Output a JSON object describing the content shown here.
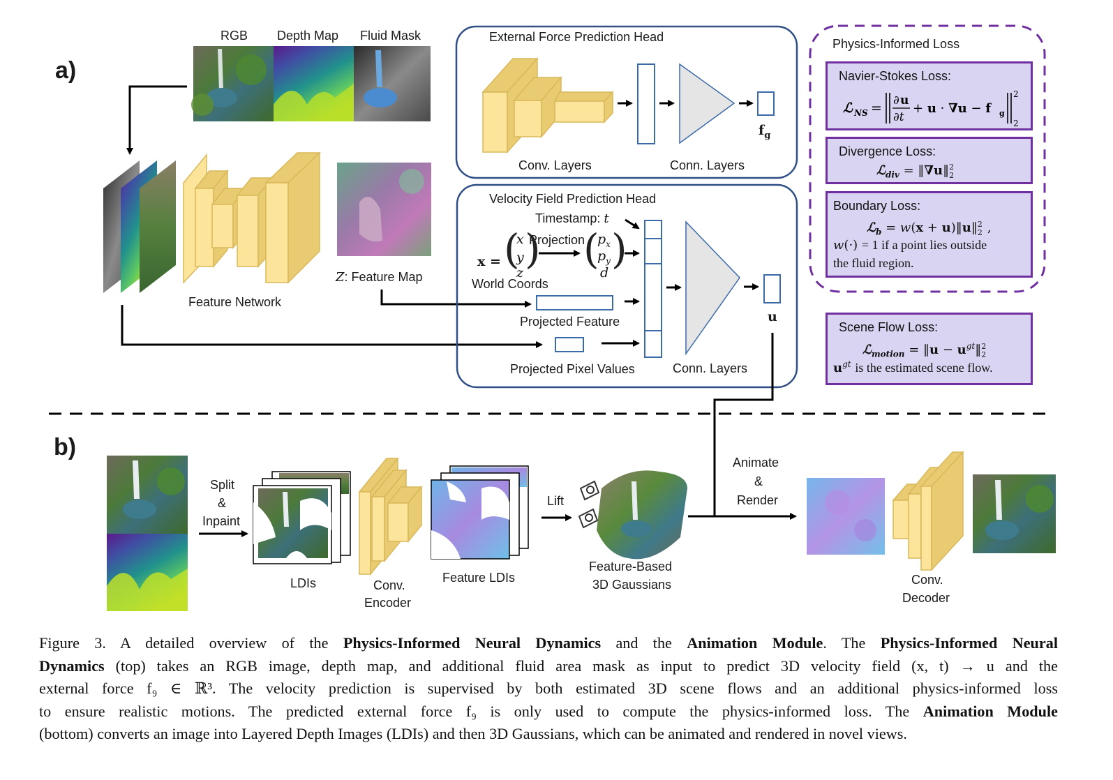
{
  "panels": {
    "a": "a)",
    "b": "b)"
  },
  "inputs": {
    "rgb": "RGB",
    "depth_map": "Depth Map",
    "fluid_mask": "Fluid Mask"
  },
  "feature_network": {
    "label": "Feature Network",
    "feature_map_label_var": "Z",
    "feature_map_label": ": Feature Map"
  },
  "external_force_head": {
    "title": "External Force Prediction Head",
    "conv_label": "Conv. Layers",
    "conn_label": "Conn. Layers",
    "output_label": "f",
    "output_sub": "g"
  },
  "velocity_head": {
    "title": "Velocity Field Prediction Head",
    "timestamp_label": "Timestamp: ",
    "timestamp_var": "t",
    "projection_label": "Projection",
    "world_coords_label": "World Coords",
    "x_vector": [
      "x",
      "y",
      "z"
    ],
    "p_vector": [
      "p",
      "p",
      "d"
    ],
    "p_subs": [
      "x",
      "y",
      ""
    ],
    "projected_feature_label": "Projected Feature",
    "projected_pixel_label": "Projected Pixel Values",
    "conn_label": "Conn. Layers",
    "output_label": "u"
  },
  "losses": {
    "group_title": "Physics-Informed Loss",
    "navier_stokes": {
      "title": "Navier-Stokes Loss:"
    },
    "divergence": {
      "title": "Divergence Loss:"
    },
    "boundary": {
      "title": "Boundary Loss:",
      "note_line1": "= 1 if a point lies outside",
      "note_line2": "the fluid region."
    },
    "scene_flow": {
      "title": "Scene Flow Loss:",
      "note": "is the estimated scene flow."
    }
  },
  "animation_module": {
    "split_inpaint": [
      "Split",
      "&",
      "Inpaint"
    ],
    "ldis_label": "LDIs",
    "conv_encoder_label": [
      "Conv.",
      "Encoder"
    ],
    "feature_ldis_label": "Feature LDIs",
    "lift_label": "Lift",
    "gaussians_label": [
      "Feature-Based",
      "3D Gaussians"
    ],
    "animate_render": [
      "Animate",
      "&",
      "Render"
    ],
    "conv_decoder_label": [
      "Conv.",
      "Decoder"
    ]
  },
  "caption": {
    "lines": [
      [
        "Figure 3. A detailed overview of the ",
        "Physics-Informed Neural Dynamics",
        " and the ",
        "Animation Module",
        ". The ",
        "Physics-Informed Neural"
      ],
      [
        "Dynamics",
        " (top) takes an RGB image, depth map, and additional fluid area mask as input to predict 3D velocity field (x, t) → u and the"
      ],
      [
        "external force f₉ ∈ ℝ³. The velocity prediction is supervised by both estimated 3D scene flows and an additional physics-informed loss"
      ],
      [
        "to ensure realistic motions. The predicted external force f₉ is only used to compute the physics-informed loss. The ",
        "Animation Module"
      ],
      [
        "(bottom) converts an image into Layered Depth Images (LDIs) and then 3D Gaussians, which can be animated and rendered in novel views."
      ]
    ]
  },
  "colors": {
    "conv_block_fill": "#fce59a",
    "conv_block_side": "#e9cb72",
    "conv_block_stroke": "#d8b85a",
    "head_border": "#2f4f86",
    "loss_fill": "#d9d4f2",
    "loss_border": "#7030a0",
    "conn_fill": "#e5e5e5",
    "vector_stroke": "#3a6aa8"
  }
}
